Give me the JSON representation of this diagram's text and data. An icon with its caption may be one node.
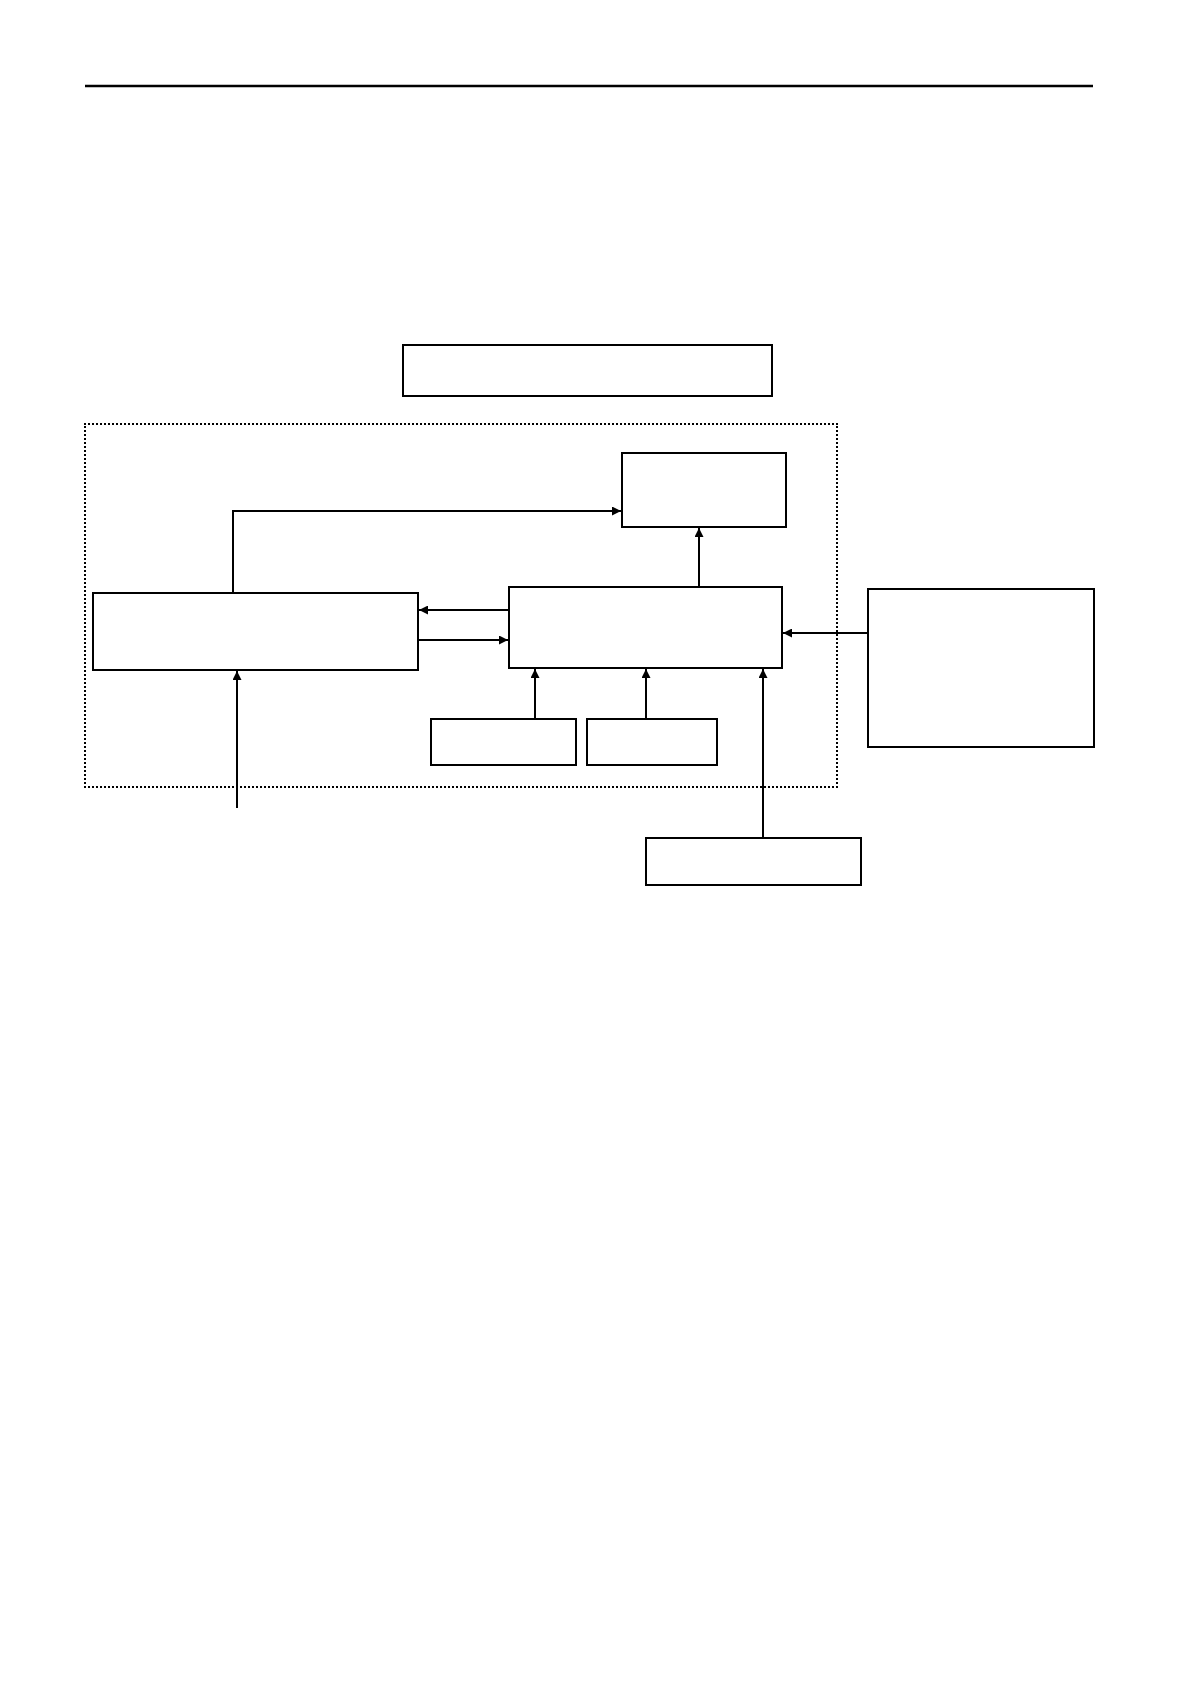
{
  "diagram": {
    "nodes": [
      {
        "text": [],
        "shape": "box"
      },
      {
        "text": [],
        "shape": "box"
      },
      {
        "text": [],
        "shape": "box",
        "in": 1
      },
      {
        "text": [],
        "shape": "box",
        "in": 1
      },
      {
        "text": [],
        "shape": "box",
        "in": 1
      },
      {
        "text": [],
        "shape": "box",
        "in": 1
      },
      {
        "text": [],
        "shape": "box",
        "in": 1
      },
      {
        "text": [],
        "shape": "box"
      },
      {
        "text": [],
        "shape": "box"
      }
    ],
    "edges": [
      {
        "from": 3,
        "to": 2,
        "arrow": "to"
      },
      {
        "from": 4,
        "to": 2,
        "arrow": "to"
      },
      {
        "from": 4,
        "to": 3,
        "arrow": "to"
      },
      {
        "from": 3,
        "to": 4,
        "arrow": "to"
      },
      {
        "from": 7,
        "to": 4,
        "arrow": "to"
      },
      {
        "from": 5,
        "to": 4,
        "arrow": "to"
      },
      {
        "from": 6,
        "to": 4,
        "arrow": "to"
      },
      {
        "from": 8,
        "to": 4,
        "arrow": "to"
      },
      {
        "from": null,
        "to": 3,
        "arrow": "to"
      }
    ]
  }
}
